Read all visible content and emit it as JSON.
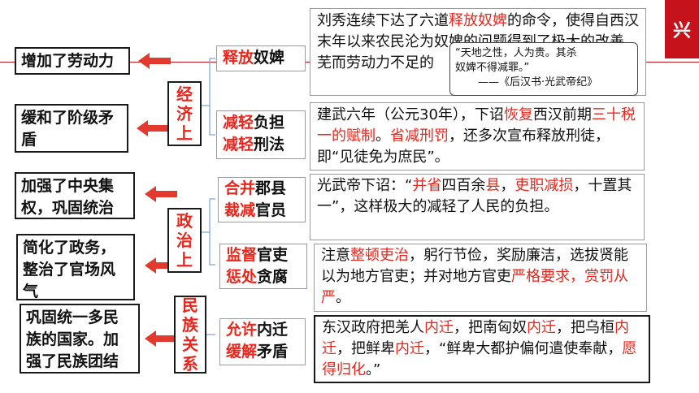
{
  "badge": {
    "text": "兴"
  },
  "effects": [
    "增加了劳动力",
    "缓和了阶级矛盾",
    "加强了中央集权，巩固统治",
    "简化了政务，整治了官场风气",
    "巩固统一多民族的国家。加强了民族团结"
  ],
  "categories": {
    "economy": [
      "经",
      "济",
      "上"
    ],
    "politics": [
      "政",
      "治",
      "上"
    ],
    "ethnic": [
      "民",
      "族",
      "关",
      "系"
    ]
  },
  "measures": [
    {
      "lines": [
        [
          {
            "t": "释放",
            "r": true
          },
          {
            "t": "奴婢",
            "r": false
          }
        ]
      ]
    },
    {
      "lines": [
        [
          {
            "t": "减轻",
            "r": true
          },
          {
            "t": "负担",
            "r": false
          }
        ],
        [
          {
            "t": "减轻",
            "r": true
          },
          {
            "t": "刑法",
            "r": false
          }
        ]
      ]
    },
    {
      "lines": [
        [
          {
            "t": "合并",
            "r": true
          },
          {
            "t": "郡县",
            "r": false
          }
        ],
        [
          {
            "t": "裁减",
            "r": true
          },
          {
            "t": "官员",
            "r": false
          }
        ]
      ]
    },
    {
      "lines": [
        [
          {
            "t": "监督",
            "r": true
          },
          {
            "t": "官吏",
            "r": false
          }
        ],
        [
          {
            "t": "惩处",
            "r": true
          },
          {
            "t": "贪腐",
            "r": false
          }
        ]
      ]
    },
    {
      "lines": [
        [
          {
            "t": "允许",
            "r": true
          },
          {
            "t": "内迁",
            "r": false
          }
        ],
        [
          {
            "t": "缓解",
            "r": true
          },
          {
            "t": "矛盾",
            "r": false
          }
        ]
      ]
    }
  ],
  "details": [
    [
      {
        "t": "刘秀连续下达了六道",
        "r": false
      },
      {
        "t": "释放奴婢",
        "r": true
      },
      {
        "t": "的命令，使得自西汉末年以来农民沦为奴婢的问题得到了极大的改善，",
        "r": false
      },
      {
        "t": "芜而劳动力不足的",
        "r": false
      }
    ],
    [
      {
        "t": "建武六年（公元30年），下诏",
        "r": false
      },
      {
        "t": "恢复",
        "r": true
      },
      {
        "t": "西汉前期",
        "r": false
      },
      {
        "t": "三十税一的赋制",
        "r": true
      },
      {
        "t": "。",
        "r": false
      },
      {
        "t": "省减刑罚",
        "r": true
      },
      {
        "t": "，还多次宣布释放刑徒，即“见徒免为庶民”。",
        "r": false
      }
    ],
    [
      {
        "t": "光武帝下诏：“",
        "r": false
      },
      {
        "t": "并省",
        "r": true
      },
      {
        "t": "四百余",
        "r": false
      },
      {
        "t": "县",
        "r": true
      },
      {
        "t": "，",
        "r": false
      },
      {
        "t": "吏职减损",
        "r": true
      },
      {
        "t": "，十置其一”，这样极大的减轻了人民的负担。",
        "r": false
      }
    ],
    [
      {
        "t": "注意",
        "r": false
      },
      {
        "t": "整顿吏治",
        "r": true
      },
      {
        "t": "，躬行节俭，奖励廉洁，选拔贤能以为地方官吏；并对地方官吏",
        "r": false
      },
      {
        "t": "严格要求，赏罚从严",
        "r": true
      },
      {
        "t": "。",
        "r": false
      }
    ],
    [
      {
        "t": "东汉政府把羌人",
        "r": false
      },
      {
        "t": "内迁",
        "r": true
      },
      {
        "t": "，把南匈奴",
        "r": false
      },
      {
        "t": "内迁",
        "r": true
      },
      {
        "t": "，把乌桓",
        "r": false
      },
      {
        "t": "内迁",
        "r": true
      },
      {
        "t": "，把鲜卑",
        "r": false
      },
      {
        "t": "内迁",
        "r": true
      },
      {
        "t": "，“鲜卑大都护偏何遣使奉献，",
        "r": false
      },
      {
        "t": "愿得归化",
        "r": true
      },
      {
        "t": "。”",
        "r": false
      }
    ]
  ],
  "quote": {
    "line1": "“天地之性，人为贵。其杀",
    "line2": "奴婢不得减罪。”",
    "source": "——《后汉书·光武帝纪》"
  },
  "colors": {
    "accent": "#e8261c",
    "badge": "#c6131b"
  }
}
